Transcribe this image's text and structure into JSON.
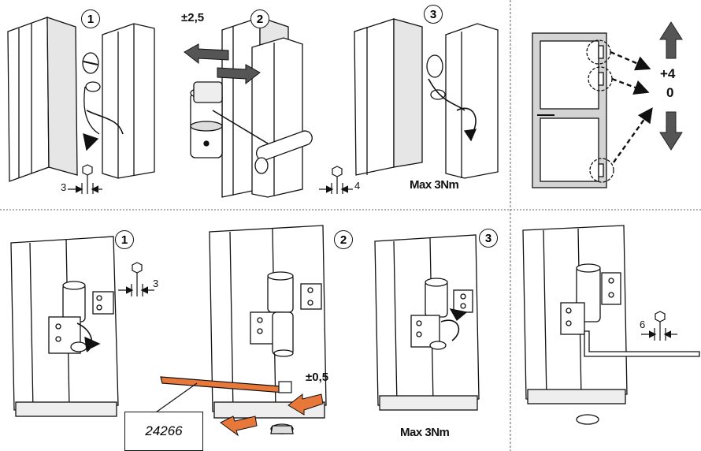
{
  "top_row": {
    "step1": {
      "number": "1",
      "hex_size": "3"
    },
    "step2": {
      "number": "2",
      "adjust": "±2,5"
    },
    "step3": {
      "number": "3",
      "hex_size": "4",
      "torque": "Max 3Nm"
    }
  },
  "door_panel": {
    "adjust_up": "+4",
    "adjust_zero": "0"
  },
  "bottom_row": {
    "step1": {
      "number": "1",
      "hex_size": "3"
    },
    "step2": {
      "number": "2",
      "adjust": "±0,5",
      "part_number": "24266"
    },
    "step3": {
      "number": "3",
      "torque": "Max 3Nm"
    },
    "step4": {
      "hex_size": "6"
    }
  },
  "colors": {
    "line": "#111111",
    "fill": "#ffffff",
    "accent": "#e8783a",
    "shade": "#cfcfcf",
    "arrow": "#555555"
  }
}
